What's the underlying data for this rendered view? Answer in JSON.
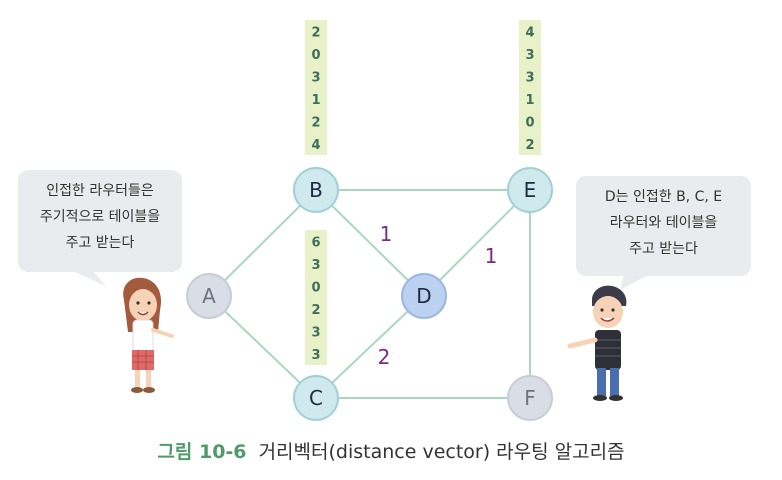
{
  "nodes": [
    {
      "id": "A",
      "label": "A",
      "fill": "#d9dde6",
      "stroke": "#c7ccd6",
      "text_color": "#6b7280"
    },
    {
      "id": "B",
      "label": "B",
      "fill": "#cfe9ec",
      "stroke": "#9fd2d6",
      "text_color": "#1f2a44"
    },
    {
      "id": "C",
      "label": "C",
      "fill": "#cfe9ec",
      "stroke": "#9fd2d6",
      "text_color": "#1f2a44"
    },
    {
      "id": "D",
      "label": "D",
      "fill": "#bcd0ef",
      "stroke": "#9cb6e3",
      "text_color": "#1f2a44"
    },
    {
      "id": "E",
      "label": "E",
      "fill": "#cfe9ec",
      "stroke": "#9fd2d6",
      "text_color": "#1f2a44"
    },
    {
      "id": "F",
      "label": "F",
      "fill": "#d9dde6",
      "stroke": "#c7ccd6",
      "text_color": "#6b7280"
    }
  ],
  "edges": [
    {
      "from": "A",
      "to": "B"
    },
    {
      "from": "A",
      "to": "C"
    },
    {
      "from": "B",
      "to": "E"
    },
    {
      "from": "B",
      "to": "D"
    },
    {
      "from": "C",
      "to": "D"
    },
    {
      "from": "D",
      "to": "E"
    },
    {
      "from": "E",
      "to": "F"
    },
    {
      "from": "C",
      "to": "F"
    }
  ],
  "edge_labels": [
    {
      "text": "1",
      "edge": "B-D"
    },
    {
      "text": "1",
      "edge": "D-E"
    },
    {
      "text": "2",
      "edge": "C-D"
    }
  ],
  "tables": {
    "B": [
      "2",
      "0",
      "3",
      "1",
      "2",
      "4"
    ],
    "E": [
      "4",
      "3",
      "3",
      "1",
      "0",
      "2"
    ],
    "C": [
      "6",
      "3",
      "0",
      "2",
      "3",
      "3"
    ]
  },
  "colors": {
    "edge": "#a9d8bf",
    "table_bg": "#e9f1c8",
    "table_text": "#3e6e5c",
    "edge_label": "#7b2b82",
    "bubble": "#e9ebee",
    "caption_accent": "#4e9a6a"
  },
  "bubbles": {
    "left": [
      "인접한 라우터들은",
      "주기적으로 테이블을",
      "주고 받는다"
    ],
    "right": [
      "D는 인접한 B, C, E",
      "라우터와 테이블을",
      "주고 받는다"
    ]
  },
  "caption": {
    "figure_label": "그림 10-6",
    "text": "거리벡터(distance vector) 라우팅 알고리즘"
  },
  "characters": [
    {
      "name": "girl-character"
    },
    {
      "name": "boy-character"
    }
  ]
}
